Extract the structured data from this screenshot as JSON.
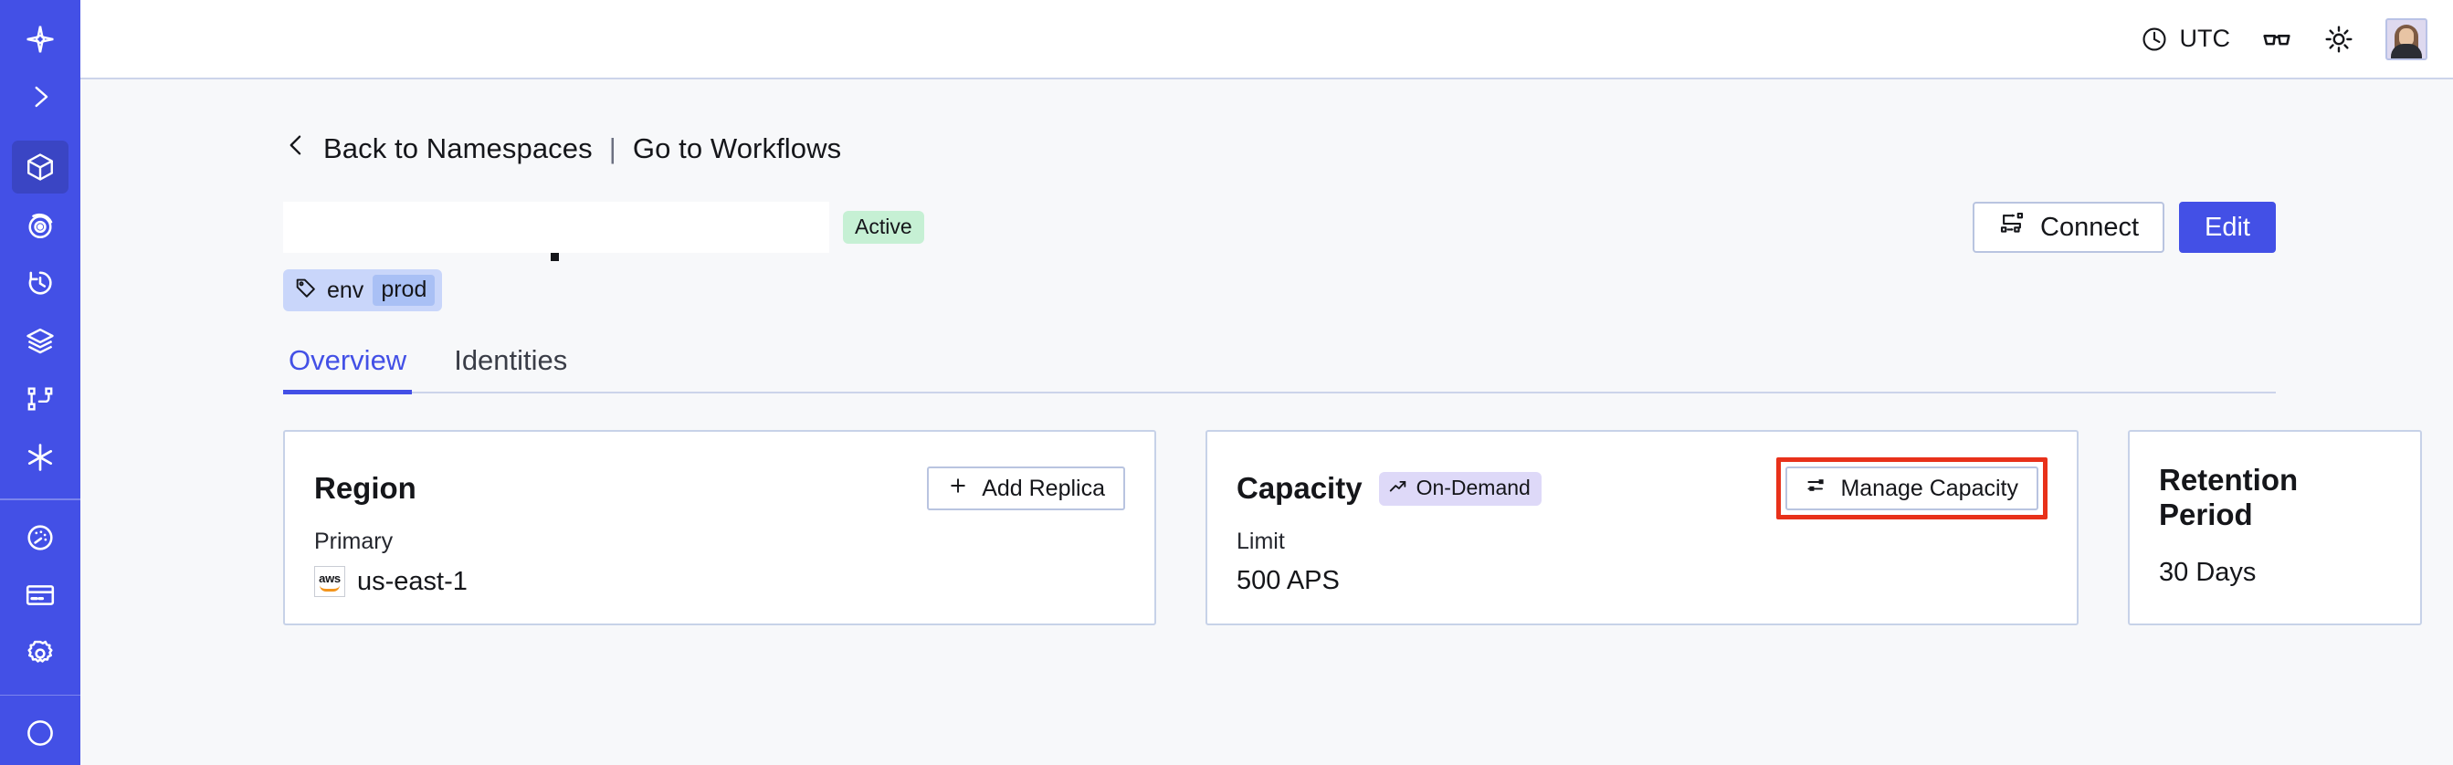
{
  "sidebar": {
    "brand_icon": "temporal-logo-icon",
    "items": [
      {
        "name": "expand-sidebar",
        "icon": "chevron-right-icon",
        "active": false
      },
      {
        "name": "namespaces",
        "icon": "cube-icon",
        "active": true
      },
      {
        "name": "observability",
        "icon": "radar-icon",
        "active": false
      },
      {
        "name": "schedules",
        "icon": "clock-history-icon",
        "active": false
      },
      {
        "name": "batch-operations",
        "icon": "layers-icon",
        "active": false
      },
      {
        "name": "workflows",
        "icon": "git-branch-icon",
        "active": false
      },
      {
        "name": "nexus",
        "icon": "asterisk-icon",
        "active": false
      },
      {
        "name": "usage",
        "icon": "gauge-icon",
        "active": false
      },
      {
        "name": "billing",
        "icon": "credit-card-icon",
        "active": false
      },
      {
        "name": "settings",
        "icon": "gear-icon",
        "active": false
      }
    ]
  },
  "topbar": {
    "timezone_label": "UTC",
    "timezone_icon": "clock-icon",
    "accessibility_icon": "glasses-icon",
    "theme_icon": "sun-icon",
    "avatar_icon": "user-avatar"
  },
  "breadcrumb": {
    "back_icon": "chevron-left-icon",
    "back_label": "Back to Namespaces",
    "separator": "|",
    "forward_label": "Go to Workflows"
  },
  "header": {
    "namespace_name": "",
    "status_label": "Active",
    "tag": {
      "icon": "tag-icon",
      "key": "env",
      "value": "prod"
    },
    "connect_label": "Connect",
    "connect_icon": "topology-icon",
    "edit_label": "Edit"
  },
  "tabs": [
    {
      "label": "Overview",
      "active": true
    },
    {
      "label": "Identities",
      "active": false
    }
  ],
  "cards": {
    "region": {
      "title": "Region",
      "action_label": "Add Replica",
      "action_icon": "plus-icon",
      "sub_label": "Primary",
      "provider_icon": "aws-logo",
      "provider_text": "aws",
      "value": "us-east-1"
    },
    "capacity": {
      "title": "Capacity",
      "badge_label": "On-Demand",
      "badge_icon": "trending-up-icon",
      "action_label": "Manage Capacity",
      "action_icon": "sliders-icon",
      "action_highlighted": true,
      "sub_label": "Limit",
      "value": "500 APS"
    },
    "retention": {
      "title": "Retention Period",
      "value": "30 Days"
    }
  },
  "colors": {
    "brand_indigo": "#4350e6",
    "sidebar_active": "#3a45c4",
    "page_bg": "#f7f8fa",
    "status_green": "#c6f0d4",
    "tag_blue": "#c9d6fa",
    "tag_value_blue": "#a9c0f5",
    "badge_purple": "#ded9f8",
    "annotation_red": "#e8311a",
    "card_border": "#c7d2e8"
  }
}
